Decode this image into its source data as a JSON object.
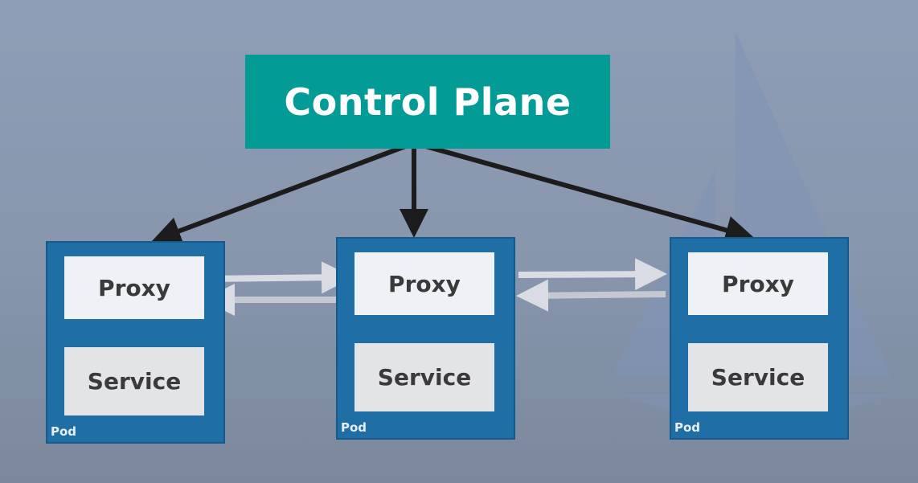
{
  "control_plane": {
    "label": "Control Plane"
  },
  "pods": [
    {
      "proxy_label": "Proxy",
      "service_label": "Service",
      "pod_label": "Pod"
    },
    {
      "proxy_label": "Proxy",
      "service_label": "Service",
      "pod_label": "Pod"
    },
    {
      "proxy_label": "Proxy",
      "service_label": "Service",
      "pod_label": "Pod"
    }
  ],
  "colors": {
    "control_plane": "#029b96",
    "pod": "#1f6fa6",
    "arrow_control": "#1c1c1c",
    "arrow_traffic": "#d9dce3"
  }
}
